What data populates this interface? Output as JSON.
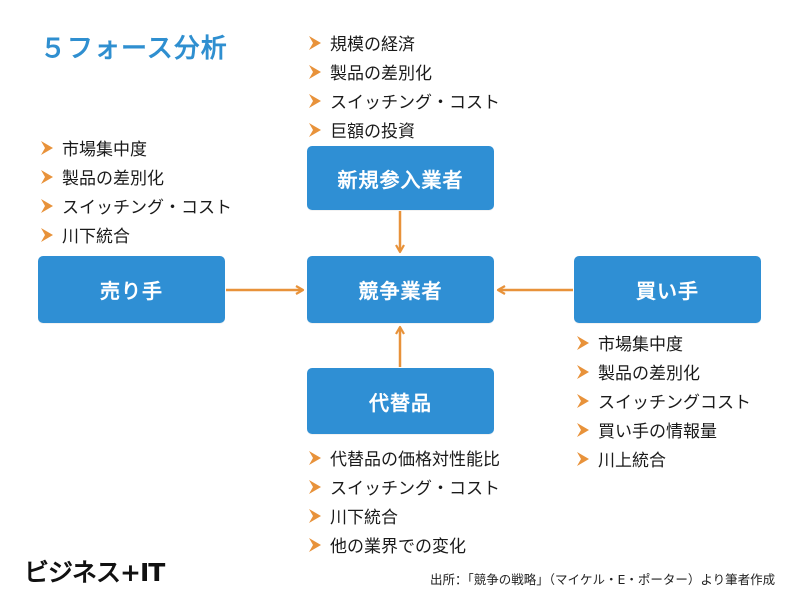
{
  "title": "５フォース分析",
  "nodes": {
    "entrants": "新規参入業者",
    "competitors": "競争業者",
    "sellers": "売り手",
    "buyers": "買い手",
    "substitutes": "代替品"
  },
  "lists": {
    "entrants": [
      "規模の経済",
      "製品の差別化",
      "スイッチング・コスト",
      "巨額の投資"
    ],
    "sellers": [
      "市場集中度",
      "製品の差別化",
      "スイッチング・コスト",
      "川下統合"
    ],
    "buyers": [
      "市場集中度",
      "製品の差別化",
      "スイッチングコスト",
      "買い手の情報量",
      "川上統合"
    ],
    "substitutes": [
      "代替品の価格対性能比",
      "スイッチング・コスト",
      "川下統合",
      "他の業界での変化"
    ]
  },
  "logo": "ビジネス+IT",
  "source": "出所：「競争の戦略」（マイケル・E・ポーター）より筆者作成",
  "colors": {
    "box": "#2f8fd4",
    "arrow": "#e8923a",
    "title": "#2f8fd0"
  },
  "icons": {
    "bullet": "chevron-right-icon"
  }
}
